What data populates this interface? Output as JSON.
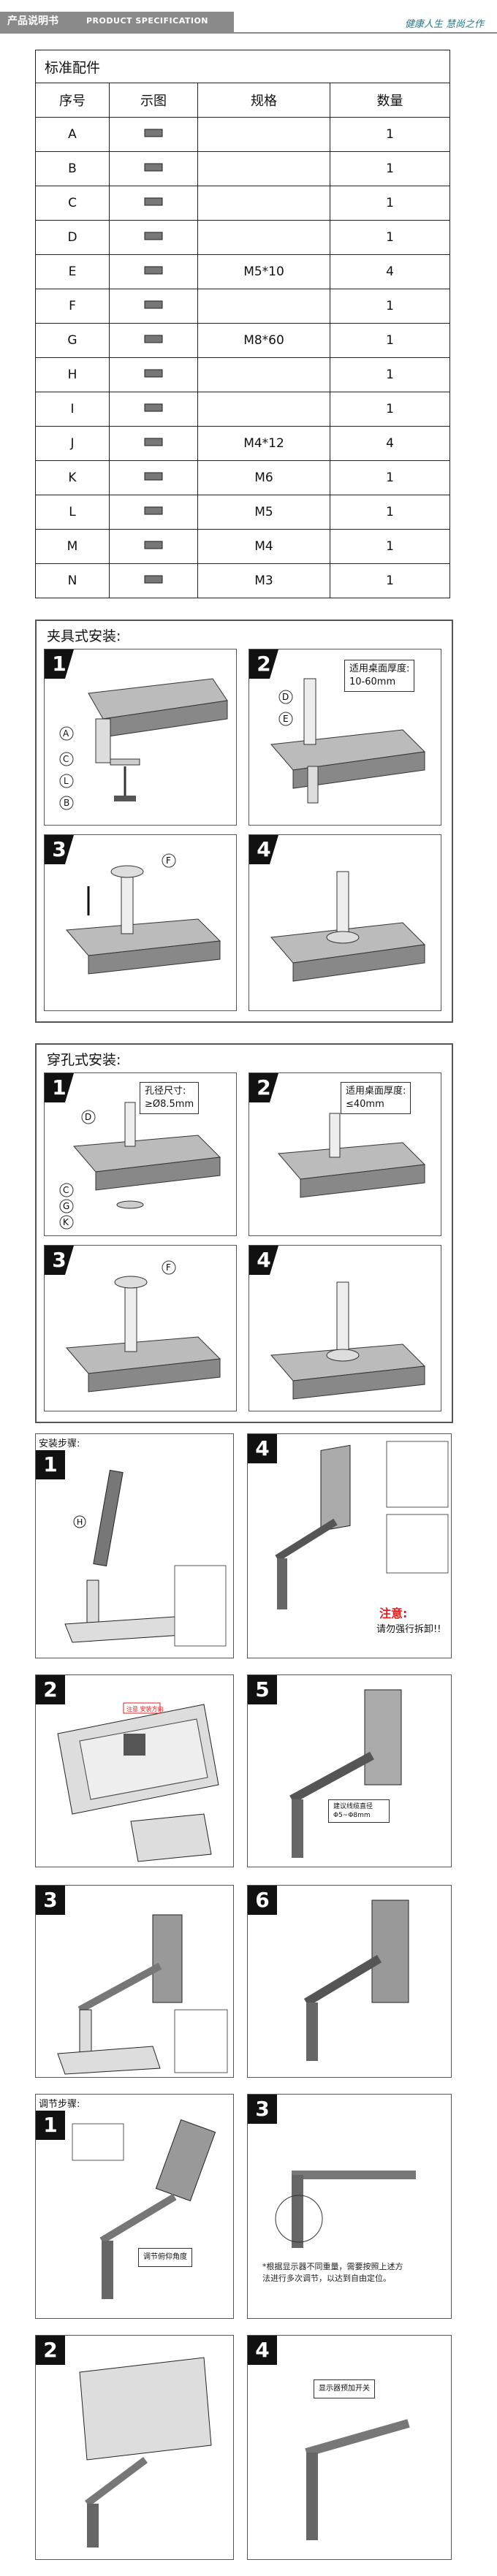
{
  "header": {
    "title_cn": "产品说明书",
    "title_en": "PRODUCT SPECIFICATION",
    "slogan": "健康人生  慧尚之作"
  },
  "parts_table": {
    "title": "标准配件",
    "headers": [
      "序号",
      "示图",
      "规格",
      "数量"
    ],
    "rows": [
      {
        "id": "A",
        "spec": "",
        "qty": "1",
        "icon": "clamp-icon"
      },
      {
        "id": "B",
        "spec": "",
        "qty": "1",
        "icon": "screw-handle-icon"
      },
      {
        "id": "C",
        "spec": "",
        "qty": "1",
        "icon": "washer-icon"
      },
      {
        "id": "D",
        "spec": "",
        "qty": "1",
        "icon": "pole-icon"
      },
      {
        "id": "E",
        "spec": "M5*10",
        "qty": "4",
        "icon": "bolt-icon"
      },
      {
        "id": "F",
        "spec": "",
        "qty": "1",
        "icon": "base-collar-icon"
      },
      {
        "id": "G",
        "spec": "M8*60",
        "qty": "1",
        "icon": "long-bolt-icon"
      },
      {
        "id": "H",
        "spec": "",
        "qty": "1",
        "icon": "vesa-plate-icon"
      },
      {
        "id": "I",
        "spec": "",
        "qty": "1",
        "icon": "rod-icon"
      },
      {
        "id": "J",
        "spec": "M4*12",
        "qty": "4",
        "icon": "small-screw-icon"
      },
      {
        "id": "K",
        "spec": "M6",
        "qty": "1",
        "icon": "hex-key-icon"
      },
      {
        "id": "L",
        "spec": "M5",
        "qty": "1",
        "icon": "hex-key-icon"
      },
      {
        "id": "M",
        "spec": "M4",
        "qty": "1",
        "icon": "hex-key-icon"
      },
      {
        "id": "N",
        "spec": "M3",
        "qty": "1",
        "icon": "hex-key-icon"
      }
    ]
  },
  "clamp_install": {
    "title": "夹具式安装:",
    "steps": [
      "1",
      "2",
      "3",
      "4"
    ],
    "desk_thickness_label": "适用桌面厚度:",
    "desk_thickness": "10-60mm",
    "labels_s1": [
      "A",
      "C",
      "L",
      "B"
    ],
    "labels_s2": [
      "D",
      "E"
    ],
    "label_s3": "F"
  },
  "grommet_install": {
    "title": "穿孔式安装:",
    "steps": [
      "1",
      "2",
      "3",
      "4"
    ],
    "hole_label": "孔径尺寸:",
    "hole_size": "≥Ø8.5mm",
    "desk_thickness_label": "适用桌面厚度:",
    "desk_thickness": "≤40mm",
    "labels_s1": [
      "D",
      "C",
      "G",
      "K"
    ],
    "label_s3": "F"
  },
  "mount_steps": {
    "title": "安装步骤:",
    "steps": [
      "1",
      "2",
      "3",
      "4",
      "5",
      "6"
    ],
    "label_s1": "H",
    "warn_title": "注意:",
    "warn_text": "请勿强行拆卸!!",
    "cable_note": "建议线缆直径Φ5~Φ8mm",
    "tag_s2": "注意 安装方向"
  },
  "adjust_steps": {
    "title": "调节步骤:",
    "steps": [
      "1",
      "2",
      "3",
      "4"
    ],
    "tilt_label": "调节俯仰角度",
    "note": "*根据显示器不同重量，需要按照上述方法进行多次调节，以达到自由定位。",
    "tension_label": "显示器预加开关"
  }
}
